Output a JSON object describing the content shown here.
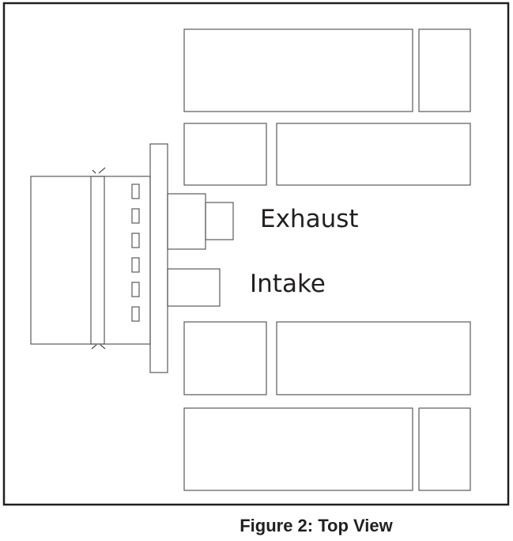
{
  "labels": {
    "exhaust": "Exhaust",
    "intake": "Intake"
  },
  "caption": "Figure 2: Top View",
  "colors": {
    "stroke": "#5a5a5a",
    "frame": "#231f20",
    "text": "#231f20",
    "background": "#ffffff"
  }
}
